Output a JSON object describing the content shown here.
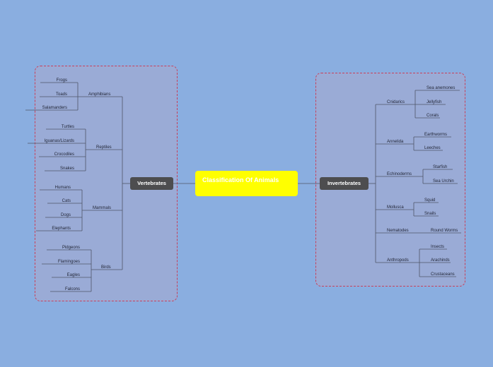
{
  "central_topic": "Classification Of Animals",
  "branches": {
    "vertebrates": {
      "label": "Vertebrates",
      "groups": [
        {
          "label": "Amphibians",
          "items": [
            "Frogs",
            "Toads",
            "Salamanders"
          ]
        },
        {
          "label": "Reptiles",
          "items": [
            "Turtles",
            "Iguanas/Lizards",
            "Crocodiles",
            "Snakes"
          ]
        },
        {
          "label": "Mammals",
          "items": [
            "Humans",
            "Cats",
            "Dogs",
            "Elephants"
          ]
        },
        {
          "label": "Birds",
          "items": [
            "Pidgeons",
            "Flamingoes",
            "Eagles",
            "Falcons"
          ]
        }
      ]
    },
    "invertebrates": {
      "label": "Invertebrates",
      "groups": [
        {
          "label": "Cnidarics",
          "items": [
            "Sea anemones",
            "Jellyfish",
            "Corals"
          ]
        },
        {
          "label": "Annelida",
          "items": [
            "Earthworms",
            "Leeches"
          ]
        },
        {
          "label": "Echinoderms",
          "items": [
            "Starfish",
            "Sea Urchin"
          ]
        },
        {
          "label": "Mollusca",
          "items": [
            "Squid",
            "Snails"
          ]
        },
        {
          "label": "Nematodes",
          "items": [
            "Round Worms"
          ]
        },
        {
          "label": "Anthropods",
          "items": [
            "Insects",
            "Arachinds",
            "Crustaceans"
          ]
        }
      ]
    }
  },
  "colors": {
    "background": "#8aaee0",
    "boundary_fill": "#9aabd6",
    "boundary_border": "#c8405a",
    "central_fill": "#ffff00",
    "main_topic_fill": "#4d4d4f",
    "connector": "#4e5668"
  }
}
